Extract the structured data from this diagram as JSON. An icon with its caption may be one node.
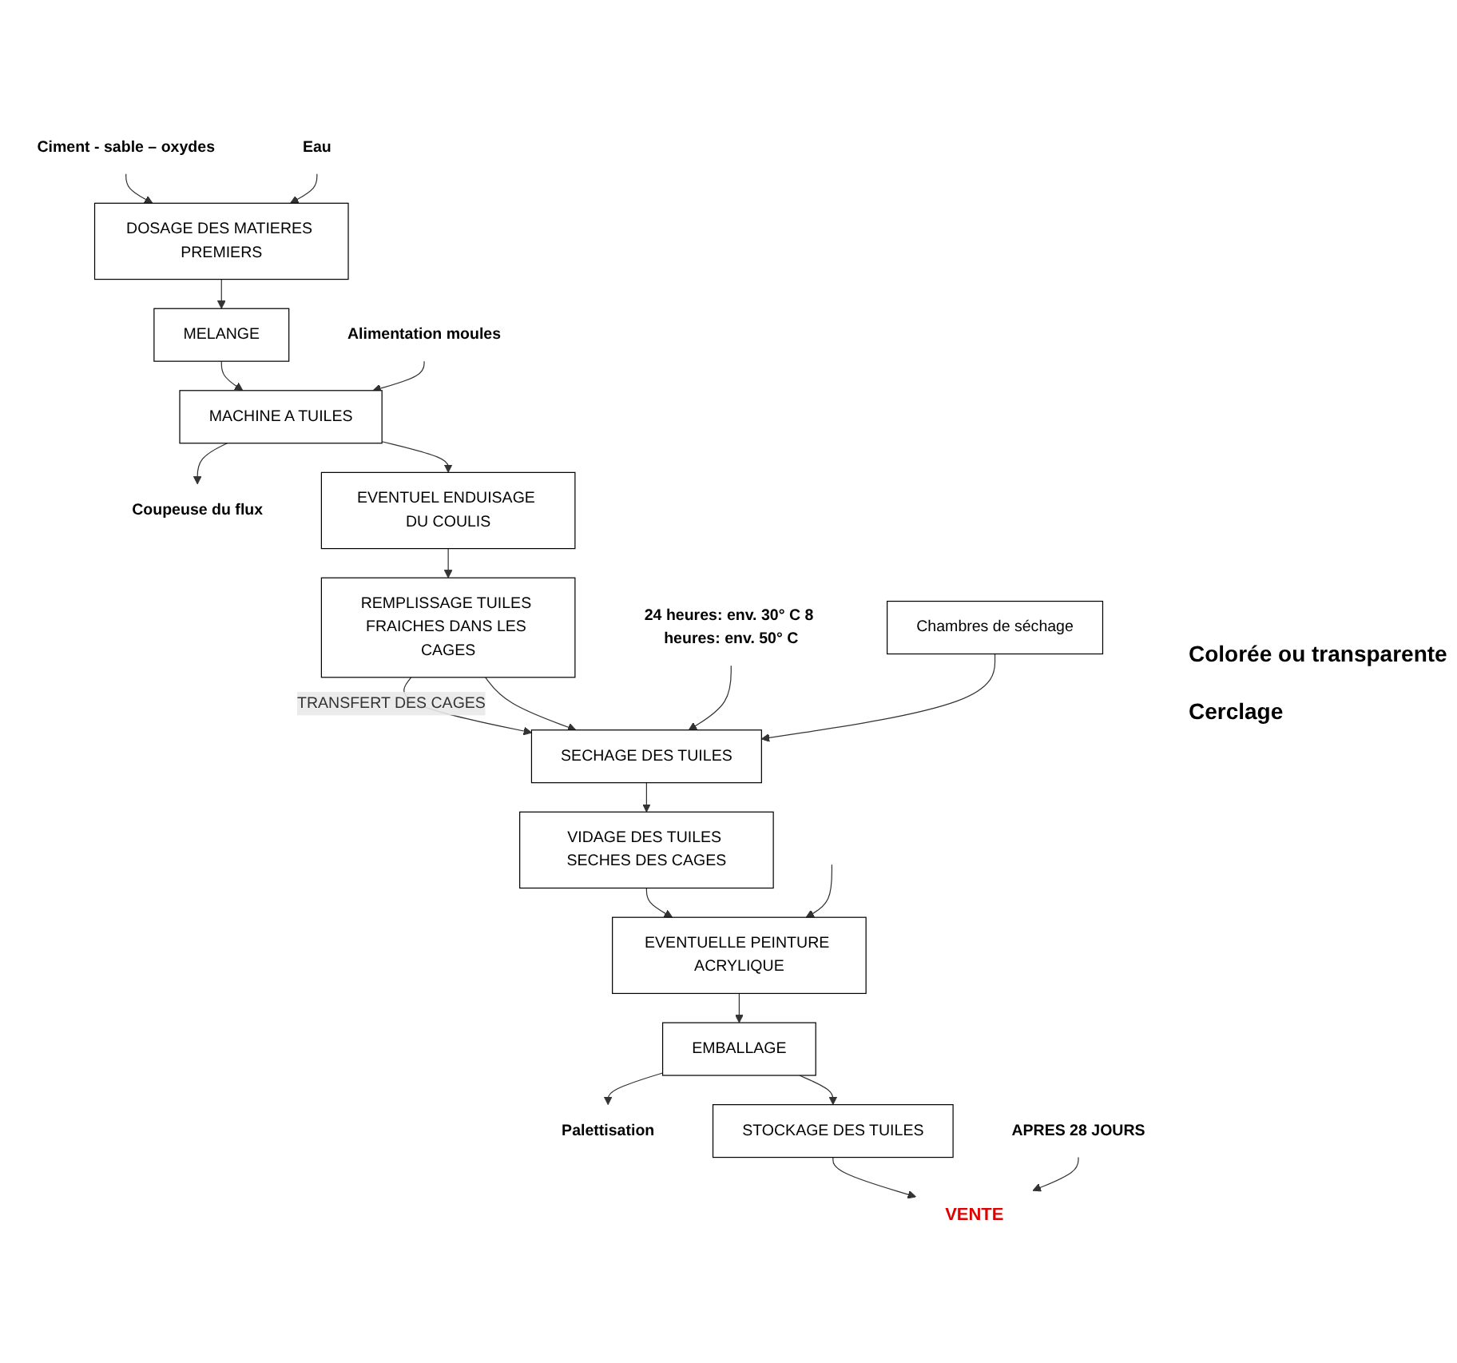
{
  "diagram": {
    "nodes": [
      {
        "text": [
          "DOSAGE DES MATIERES PREMIERS"
        ]
      },
      {
        "text": [
          "Ciment - sable – oxydes"
        ]
      },
      {
        "text": [
          "Eau"
        ]
      },
      {
        "text": [
          "MELANGE"
        ]
      },
      {
        "text": [
          "MACHINE A TUILES"
        ]
      },
      {
        "text": [
          "Coupeuse du flux"
        ]
      },
      {
        "text": [
          "Alimentation moules"
        ]
      },
      {
        "text": [
          "EVENTUEL ENDUISAGE DU COULIS"
        ]
      },
      {
        "text": [
          "REMPLISSAGE TUILES FRAICHES DANS LES CAGES"
        ]
      },
      {
        "text": [
          "SECHAGE DES TUILES"
        ]
      },
      {
        "text": [
          "24 heures: env. 30° C 8 heures: env. 50° C"
        ]
      },
      {
        "text": [
          "Chambres de séchage"
        ]
      },
      {
        "text": [
          "VIDAGE DES TUILES SECHES DES CAGES"
        ]
      },
      {
        "text": [
          "EVENTUELLE PEINTURE ACRYLIQUE"
        ]
      },
      {
        "text": [
          "EMBALLAGE"
        ]
      },
      {
        "text": [
          "Palettisation"
        ]
      },
      {
        "text": [
          "STOCKAGE DES TUILES"
        ]
      },
      {
        "text": [
          "VENTE"
        ]
      },
      {
        "text": [
          "APRES 28 JOURS"
        ]
      }
    ],
    "edges": [
      {
        "from": 1,
        "to": 0,
        "arrow": "to"
      },
      {
        "from": 2,
        "to": 0,
        "arrow": "to"
      },
      {
        "from": 0,
        "to": 3,
        "arrow": "to"
      },
      {
        "from": 3,
        "to": 4,
        "arrow": "to"
      },
      {
        "from": 4,
        "to": 5,
        "arrow": "to"
      },
      {
        "from": 6,
        "to": 4,
        "arrow": "to"
      },
      {
        "from": 4,
        "to": 7,
        "arrow": "to"
      },
      {
        "from": 7,
        "to": 8,
        "arrow": "to"
      },
      {
        "from": 8,
        "to": 9,
        "arrow": "to",
        "label": "TRANSFERT DES CAGES"
      },
      {
        "from": 8,
        "to": 9,
        "arrow": "to"
      },
      {
        "from": 10,
        "to": 9,
        "arrow": "to"
      },
      {
        "from": 11,
        "to": 9,
        "arrow": "to"
      },
      {
        "from": 9,
        "to": 12,
        "arrow": "to"
      },
      {
        "from": 12,
        "to": 13,
        "arrow": "to"
      },
      {
        "from": null,
        "to": 13,
        "arrow": "to"
      },
      {
        "from": 13,
        "to": 14,
        "arrow": "to"
      },
      {
        "from": 14,
        "to": 15,
        "arrow": "to"
      },
      {
        "from": 14,
        "to": 16,
        "arrow": "to"
      },
      {
        "from": 16,
        "to": 17,
        "arrow": "to"
      },
      {
        "from": 18,
        "to": 17,
        "arrow": "to"
      }
    ],
    "labels": [
      "Colorée ou transparente",
      "Cerclage"
    ]
  }
}
